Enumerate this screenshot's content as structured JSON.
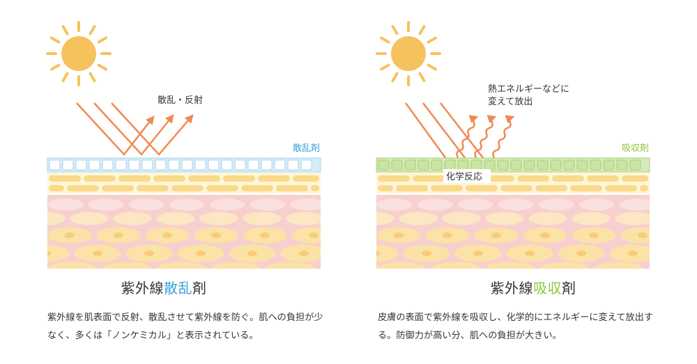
{
  "colors": {
    "sun": "#f6c25e",
    "sun_rays": "#f6c25e",
    "uv_arrow": "#f08a50",
    "scatter_layer": "#3aa0d8",
    "absorb_layer": "#8cc63f",
    "skin_pink": "#f8d2d2",
    "fat_yellow": "#fbe2a6"
  },
  "left": {
    "ray_label": "散乱・反射",
    "layer_label": "散乱剤",
    "title_prefix": "紫外線",
    "title_highlight": "散乱",
    "title_suffix": "剤",
    "description": "紫外線を肌表面で反射、散乱させて紫外線を防ぐ。肌への負担が少なく、多くは「ノンケミカル」と表示されている。"
  },
  "right": {
    "ray_label_line1": "熱エネルギーなどに",
    "ray_label_line2": "変えて放出",
    "reaction_label": "化学反応",
    "layer_label": "吸収剤",
    "title_prefix": "紫外線",
    "title_highlight": "吸収",
    "title_suffix": "剤",
    "description": "皮膚の表面で紫外線を吸収し、化学的にエネルギーに変えて放出する。防御力が高い分、肌への負担が大きい。"
  }
}
